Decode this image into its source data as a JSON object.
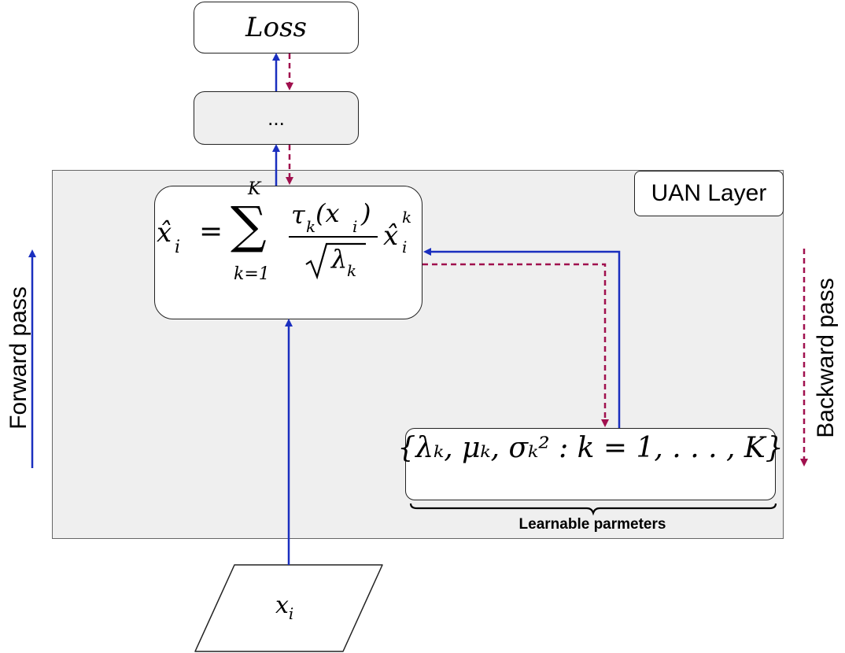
{
  "diagram": {
    "loss_label": "Loss",
    "intermediate_label": "...",
    "layer_label": "UAN Layer",
    "formula": {
      "lhs": "x̂",
      "lhs_sub": "i",
      "equals": "=",
      "sum_upper": "K",
      "sum_symbol": "∑",
      "sum_lower": "k=1",
      "numerator": "τ",
      "numerator_sub": "k",
      "numerator_arg": "(x",
      "numerator_arg_sub": "i",
      "numerator_close": ")",
      "denominator": "λ",
      "denominator_sub": "k",
      "term": "x̂",
      "term_sup": "k",
      "term_sub": "i"
    },
    "params_text": "{λₖ, μₖ, σₖ² : k = 1, . . . , K}",
    "params_label": "Learnable parmeters",
    "input_label": "x",
    "input_sub": "i",
    "forward_label": "Forward pass",
    "backward_label": "Backward pass",
    "colors": {
      "forward_arrow": "#1a2fbf",
      "backward_arrow": "#a0104e",
      "layer_background": "#efefef"
    }
  }
}
